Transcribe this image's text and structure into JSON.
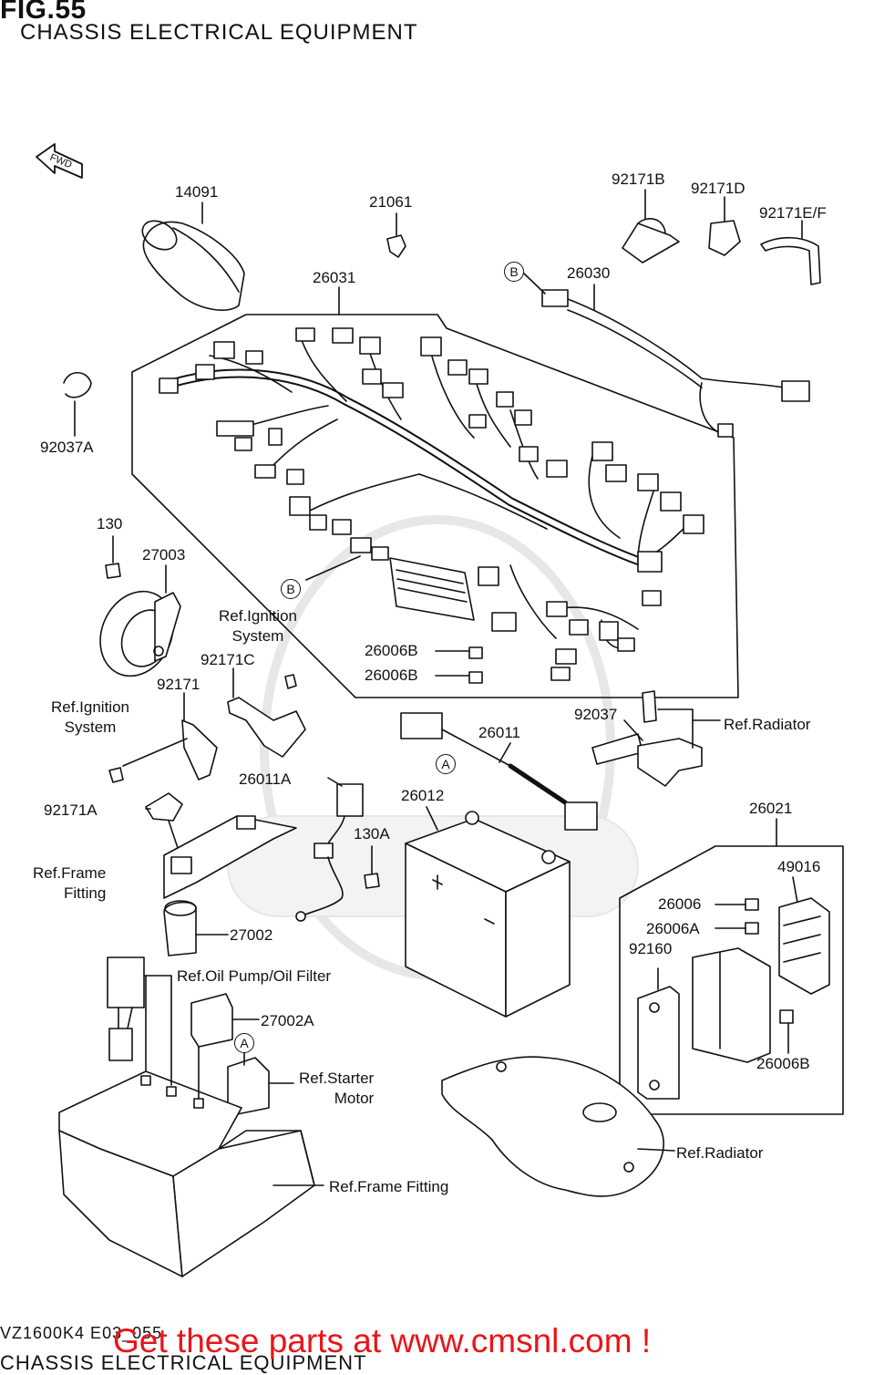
{
  "figure": {
    "title": "FIG.55",
    "subtitle": "CHASSIS ELECTRICAL EQUIPMENT"
  },
  "direction_marker": {
    "label": "FWD",
    "icon": "fwd-arrow-icon"
  },
  "parts": {
    "p14091": "14091",
    "p21061": "21061",
    "p92171B": "92171B",
    "p92171D": "92171D",
    "p92171EF": "92171E/F",
    "p26031": "26031",
    "p26030": "26030",
    "p92037A": "92037A",
    "p130": "130",
    "p27003": "27003",
    "p92171C": "92171C",
    "p92171": "92171",
    "p26006B_1": "26006B",
    "p26006B_2": "26006B",
    "p92037": "92037",
    "p26011": "26011",
    "p26011A": "26011A",
    "p92171A": "92171A",
    "p26012": "26012",
    "p130A": "130A",
    "p26021": "26021",
    "p49016": "49016",
    "p26006": "26006",
    "p26006A": "26006A",
    "p92160": "92160",
    "p27002": "27002",
    "p27002A": "27002A",
    "p26006B_3": "26006B"
  },
  "callout_tags": {
    "b1": "B",
    "b2": "B",
    "a1": "A",
    "a2": "A"
  },
  "references": {
    "ignition_1": "Ref.Ignition\nSystem",
    "ignition_2": "Ref.Ignition\nSystem",
    "radiator_1": "Ref.Radiator",
    "frame_fitting_1": "Ref.Frame\nFitting",
    "oil_pump": "Ref.Oil Pump/Oil Filter",
    "starter_motor": "Ref.Starter\nMotor",
    "radiator_2": "Ref.Radiator",
    "frame_fitting_2": "Ref.Frame Fitting"
  },
  "footer": {
    "code": "VZ1600K4 E03_055",
    "subtitle": "CHASSIS ELECTRICAL EQUIPMENT",
    "promo": "Get these parts at www.cmsnl.com !"
  },
  "colors": {
    "line": "#111111",
    "promo_red": "#e8151b",
    "watermark_grey": "#d9d9d9"
  }
}
